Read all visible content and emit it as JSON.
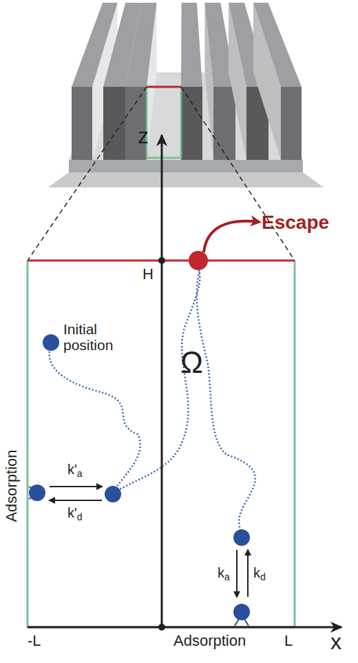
{
  "diagram": {
    "labels": [
      "Escape",
      "z",
      "H",
      "Initial position",
      "Ω",
      "k'a",
      "k'd",
      "ka",
      "kd",
      "Adsorption",
      "Adsorption",
      "-L",
      "L",
      "x"
    ]
  }
}
